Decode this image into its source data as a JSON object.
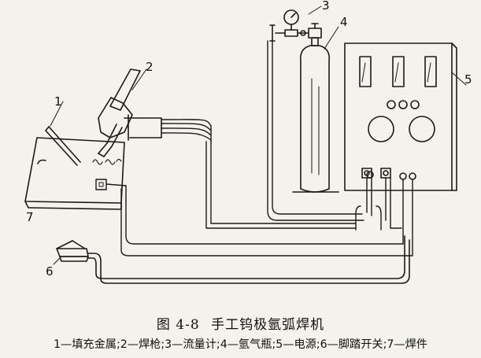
{
  "figure": {
    "number": "图 4-8",
    "title": "手工钨极氩弧焊机"
  },
  "legend_text": "1—填充金属;2—焊枪;3—流量计;4—氩气瓶;5—电源;6—脚踏开关;7—焊件",
  "components": [
    {
      "id": "1",
      "name": "填充金属"
    },
    {
      "id": "2",
      "name": "焊枪"
    },
    {
      "id": "3",
      "name": "流量计"
    },
    {
      "id": "4",
      "name": "氩气瓶"
    },
    {
      "id": "5",
      "name": "电源"
    },
    {
      "id": "6",
      "name": "脚踏开关"
    },
    {
      "id": "7",
      "name": "焊件"
    }
  ],
  "colors": {
    "line": "#1a1a1a",
    "paper": "#f4f2ec"
  }
}
